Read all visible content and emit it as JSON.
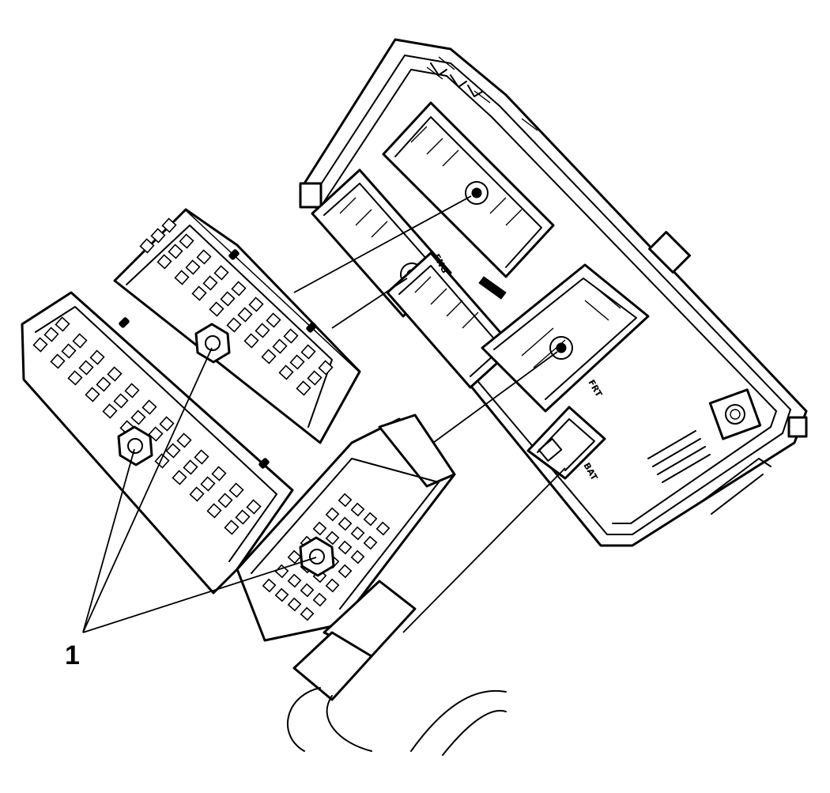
{
  "diagram": {
    "callout_label": "1",
    "molded_labels": {
      "upper_socket": "ENG",
      "right_socket": "FRT",
      "lower_socket": "BAT"
    }
  }
}
